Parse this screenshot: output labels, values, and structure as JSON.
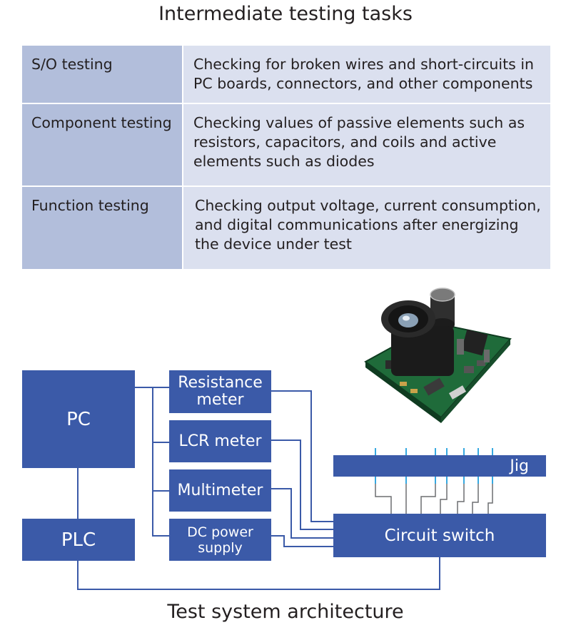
{
  "table": {
    "title": "Intermediate testing tasks",
    "rows": [
      {
        "name": "S/O testing",
        "description": "Checking for broken wires and short-circuits in PC boards, connectors, and other components"
      },
      {
        "name": "Component testing",
        "description": "Checking values of passive elements such as resistors, capacitors, and coils and active elements such as diodes"
      },
      {
        "name": "Function testing",
        "description": "Checking output voltage, current consumption, and digital communications after energizing the device under test"
      }
    ]
  },
  "diagram": {
    "title": "Test system architecture",
    "pc": "PC",
    "plc": "PLC",
    "resistance_meter": "Resistance\nmeter",
    "lcr_meter": "LCR meter",
    "multimeter": "Multimeter",
    "dc_power_supply": "DC power\nsupply",
    "circuit_switch": "Circuit switch",
    "jig": "Jig"
  },
  "colors": {
    "block_fill": "#3b5aa8",
    "wire": "#3b5aa8",
    "probe": "#36a9e1",
    "table_name_cell": "#b2bedb",
    "table_desc_cell": "#dbe0ef",
    "pcb": "#1f6b3a"
  }
}
